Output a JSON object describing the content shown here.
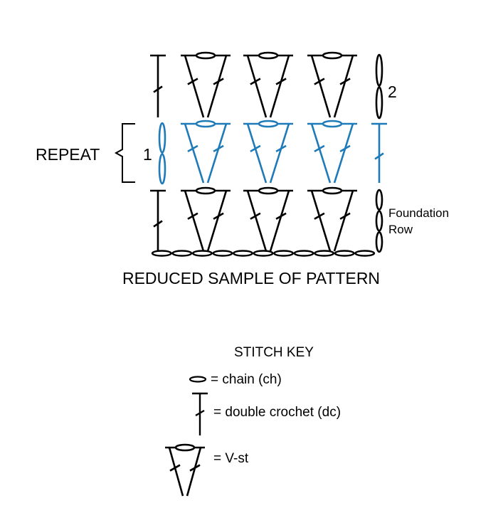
{
  "colors": {
    "ink": "#000000",
    "accent": "#1f7ab8",
    "background": "#ffffff"
  },
  "chart": {
    "repeat_label": "REPEAT",
    "row_numbers": {
      "repeat_row": "1",
      "row_two": "2"
    },
    "foundation_label_line1": "Foundation",
    "foundation_label_line2": "Row",
    "caption": "REDUCED SAMPLE OF PATTERN",
    "v_stitches_per_row": 3,
    "foundation_chain_count": 11
  },
  "key": {
    "title": "STITCH KEY",
    "items": [
      {
        "icon": "chain-icon",
        "label": "= chain (ch)"
      },
      {
        "icon": "double-crochet-icon",
        "label": "= double crochet (dc)"
      },
      {
        "icon": "v-stitch-icon",
        "label": "= V-st"
      }
    ]
  }
}
